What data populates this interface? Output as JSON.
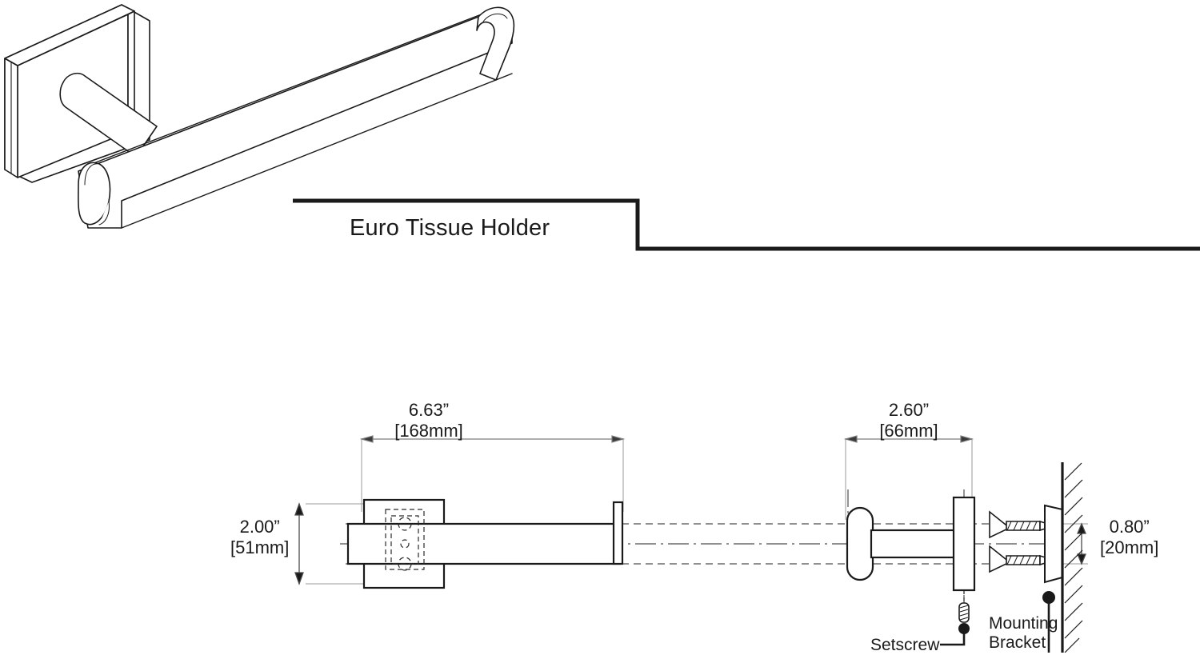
{
  "document": {
    "type": "product-specification-drawing",
    "product_title": "Euro Tissue Holder"
  },
  "title_block": {
    "label": "Euro Tissue Holder"
  },
  "dimensions": {
    "overall_length": {
      "imperial": "6.63”",
      "metric": "[168mm]"
    },
    "projection": {
      "imperial": "2.60”",
      "metric": "[66mm]"
    },
    "plate_height": {
      "imperial": "2.00”",
      "metric": "[51mm]"
    },
    "bracket_depth": {
      "imperial": "0.80”",
      "metric": "[20mm]"
    }
  },
  "callouts": {
    "setscrew": "Setscrew",
    "mounting_bracket_line1": "Mounting",
    "mounting_bracket_line2": "Bracket"
  },
  "views": {
    "isometric": "isometric-product-view",
    "plan": "plan-section-view",
    "exploded": "exploded-mounting-hardware-view"
  },
  "colors": {
    "line": "#1a1a1a",
    "dimension_line": "#8a8a8a",
    "hidden_line": "#555555",
    "background": "#ffffff"
  }
}
